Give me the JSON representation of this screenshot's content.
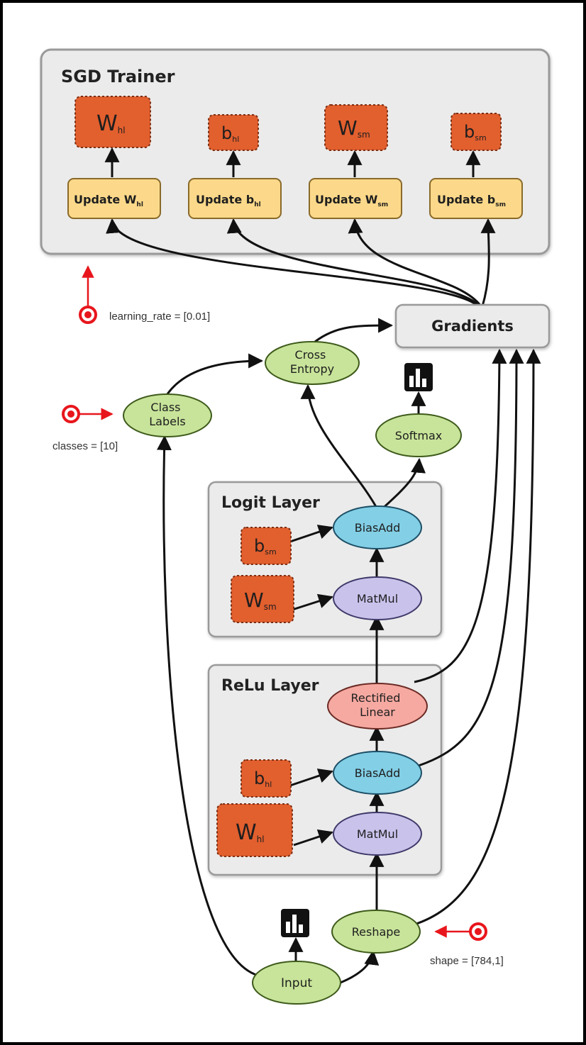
{
  "groups": {
    "sgd": "SGD Trainer",
    "logit": "Logit Layer",
    "relu": "ReLu Layer"
  },
  "params": {
    "w_hl": {
      "base": "W",
      "sub": "hl"
    },
    "b_hl": {
      "base": "b",
      "sub": "hl"
    },
    "w_sm": {
      "base": "W",
      "sub": "sm"
    },
    "b_sm": {
      "base": "b",
      "sub": "sm"
    }
  },
  "updates": {
    "w_hl": {
      "base": "Update W",
      "sub": "hl"
    },
    "b_hl": {
      "base": "Update b",
      "sub": "hl"
    },
    "w_sm": {
      "base": "Update W",
      "sub": "sm"
    },
    "b_sm": {
      "base": "Update b",
      "sub": "sm"
    }
  },
  "nodes": {
    "gradients": "Gradients",
    "cross_entropy": [
      "Cross",
      "Entropy"
    ],
    "class_labels": [
      "Class",
      "Labels"
    ],
    "softmax": "Softmax",
    "biasadd": "BiasAdd",
    "matmul": "MatMul",
    "rectified_linear": [
      "Rectified",
      "Linear"
    ],
    "reshape": "Reshape",
    "input": "Input"
  },
  "annotations": {
    "learning_rate": "learning_rate = [0.01]",
    "classes": "classes = [10]",
    "shape": "shape = [784,1]"
  },
  "colors": {
    "param_fill": "#e25f2e",
    "update_fill": "#fcd98a",
    "op_green": "#c8e49a",
    "op_blue": "#82cfe6",
    "op_purple": "#c9c3ec",
    "op_pink": "#f5a9a1",
    "group_fill": "#ebebeb",
    "input_red": "#e8161c"
  },
  "icons": [
    "histogram-icon",
    "histogram-icon"
  ]
}
